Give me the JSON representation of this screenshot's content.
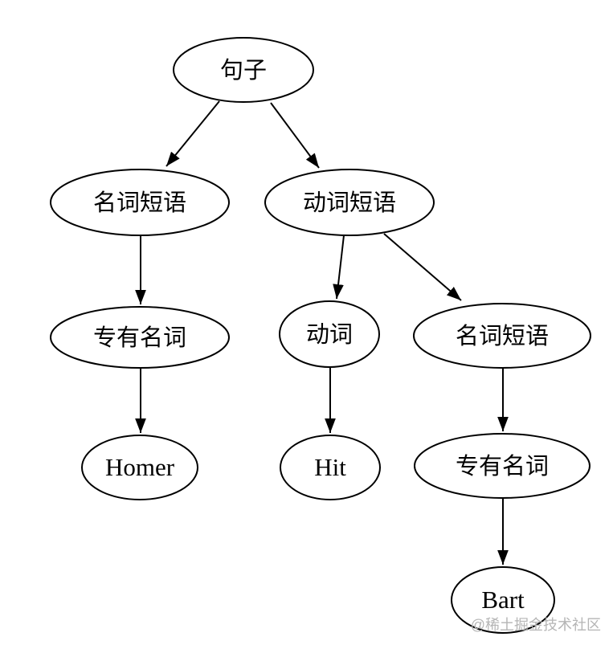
{
  "diagram": {
    "type": "syntax-parse-tree",
    "background_color": "#ffffff",
    "node_fill": "#ffffff",
    "node_stroke": "#000000",
    "text_color": "#000000",
    "nodes": [
      {
        "id": "sentence",
        "label": "句子",
        "children": [
          "np-left",
          "vp"
        ]
      },
      {
        "id": "np-left",
        "label": "名词短语",
        "children": [
          "pn-left"
        ]
      },
      {
        "id": "vp",
        "label": "动词短语",
        "children": [
          "verb",
          "np-right"
        ]
      },
      {
        "id": "pn-left",
        "label": "专有名词",
        "children": [
          "homer"
        ]
      },
      {
        "id": "verb",
        "label": "动词",
        "children": [
          "hit"
        ]
      },
      {
        "id": "np-right",
        "label": "名词短语",
        "children": [
          "pn-right"
        ]
      },
      {
        "id": "homer",
        "label": "Homer",
        "children": []
      },
      {
        "id": "hit",
        "label": "Hit",
        "children": []
      },
      {
        "id": "pn-right",
        "label": "专有名词",
        "children": [
          "bart"
        ]
      },
      {
        "id": "bart",
        "label": "Bart",
        "children": []
      }
    ],
    "edges": [
      {
        "from": "sentence",
        "to": "np-left"
      },
      {
        "from": "sentence",
        "to": "vp"
      },
      {
        "from": "np-left",
        "to": "pn-left"
      },
      {
        "from": "vp",
        "to": "verb"
      },
      {
        "from": "vp",
        "to": "np-right"
      },
      {
        "from": "pn-left",
        "to": "homer"
      },
      {
        "from": "verb",
        "to": "hit"
      },
      {
        "from": "np-right",
        "to": "pn-right"
      },
      {
        "from": "pn-right",
        "to": "bart"
      }
    ],
    "watermark": {
      "text": "@稀土掘金技术社区",
      "color": "#b5b5b5"
    }
  }
}
